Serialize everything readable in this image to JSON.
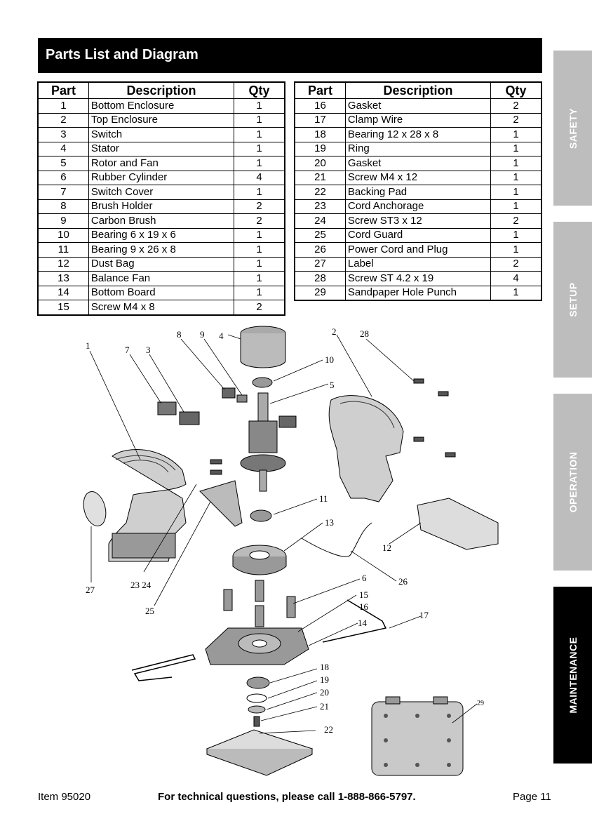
{
  "header": {
    "title": "Parts List and Diagram"
  },
  "table_left": {
    "headers": [
      "Part",
      "Description",
      "Qty"
    ],
    "rows": [
      [
        "1",
        "Bottom Enclosure",
        "1"
      ],
      [
        "2",
        "Top Enclosure",
        "1"
      ],
      [
        "3",
        "Switch",
        "1"
      ],
      [
        "4",
        "Stator",
        "1"
      ],
      [
        "5",
        "Rotor and Fan",
        "1"
      ],
      [
        "6",
        "Rubber Cylinder",
        "4"
      ],
      [
        "7",
        "Switch Cover",
        "1"
      ],
      [
        "8",
        "Brush Holder",
        "2"
      ],
      [
        "9",
        "Carbon Brush",
        "2"
      ],
      [
        "10",
        "Bearing 6 x 19 x 6",
        "1"
      ],
      [
        "11",
        "Bearing 9 x 26 x 8",
        "1"
      ],
      [
        "12",
        "Dust Bag",
        "1"
      ],
      [
        "13",
        "Balance Fan",
        "1"
      ],
      [
        "14",
        "Bottom Board",
        "1"
      ],
      [
        "15",
        "Screw M4 x 8",
        "2"
      ]
    ]
  },
  "table_right": {
    "headers": [
      "Part",
      "Description",
      "Qty"
    ],
    "rows": [
      [
        "16",
        "Gasket",
        "2"
      ],
      [
        "17",
        "Clamp Wire",
        "2"
      ],
      [
        "18",
        "Bearing 12 x 28 x 8",
        "1"
      ],
      [
        "19",
        "Ring",
        "1"
      ],
      [
        "20",
        "Gasket",
        "1"
      ],
      [
        "21",
        "Screw M4 x 12",
        "1"
      ],
      [
        "22",
        "Backing Pad",
        "1"
      ],
      [
        "23",
        "Cord Anchorage",
        "1"
      ],
      [
        "24",
        "Screw ST3 x 12",
        "2"
      ],
      [
        "25",
        "Cord Guard",
        "1"
      ],
      [
        "26",
        "Power Cord and Plug",
        "1"
      ],
      [
        "27",
        "Label",
        "2"
      ],
      [
        "28",
        "Screw ST 4.2 x 19",
        "4"
      ],
      [
        "29",
        "Sandpaper Hole Punch",
        "1"
      ]
    ]
  },
  "tabs": [
    {
      "label": "SAFETY",
      "active": false
    },
    {
      "label": "SETUP",
      "active": false
    },
    {
      "label": "OPERATION",
      "active": false
    },
    {
      "label": "MAINTENANCE",
      "active": true
    }
  ],
  "diagram": {
    "callouts": [
      "1",
      "7",
      "3",
      "8",
      "9",
      "4",
      "10",
      "5",
      "2",
      "28",
      "11",
      "13",
      "12",
      "27",
      "23 24",
      "25",
      "26",
      "6",
      "15",
      "16",
      "17",
      "14",
      "18",
      "19",
      "20",
      "21",
      "22",
      "29"
    ]
  },
  "footer": {
    "item": "Item 95020",
    "tech_label": "For technical questions, please call 1-888-866-5797.",
    "page": "Page 11"
  }
}
